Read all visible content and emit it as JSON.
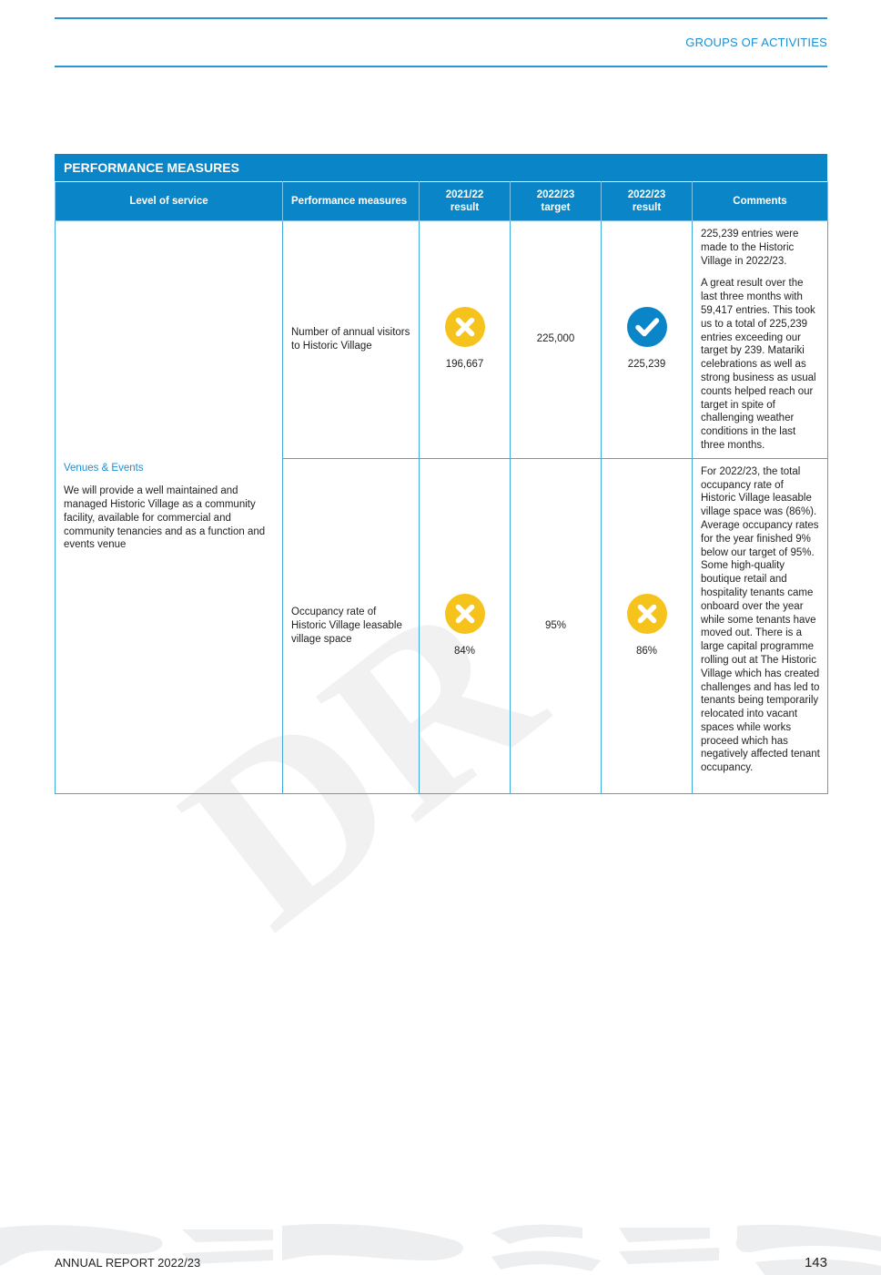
{
  "header": {
    "section_title": "GROUPS OF ACTIVITIES"
  },
  "watermark": {
    "text": "DR"
  },
  "table": {
    "title": "PERFORMANCE MEASURES",
    "headers": {
      "level_of_service": "Level of service",
      "performance_measures": "Performance measures",
      "result_2122": [
        "2021/22",
        "result"
      ],
      "target_2223": [
        "2022/23",
        "target"
      ],
      "result_2223": [
        "2022/23",
        "result"
      ],
      "comments": "Comments"
    },
    "level_of_service": {
      "title": "Venues & Events",
      "description": "We will provide a well maintained and managed Historic Village as a community facility, available for commercial and community tenancies and as a function and events venue"
    },
    "rows": [
      {
        "measure": "Number of annual visitors to Historic Village",
        "result_2122": "196,667",
        "result_2122_status": "not-achieved",
        "target_2223": "225,000",
        "result_2223": "225,239",
        "result_2223_status": "achieved",
        "comments": [
          "225,239 entries were made to the Historic Village in 2022/23.",
          "A great result over the last three months with 59,417 entries. This took us to a total of 225,239 entries exceeding our target by 239. Matariki celebrations as well as strong business as usual counts helped reach our target in spite of challenging weather conditions in the last three months."
        ]
      },
      {
        "measure": "Occupancy rate of Historic Village leasable village space",
        "result_2122": "84%",
        "result_2122_status": "not-achieved",
        "target_2223": "95%",
        "result_2223": "86%",
        "result_2223_status": "not-achieved",
        "comments": [
          "For 2022/23, the total occupancy rate of Historic Village leasable village space was (86%). Average occupancy rates for the year finished 9% below our target of 95%. Some high-quality boutique retail and hospitality tenants came onboard over the year while some tenants have moved out. There is a large capital programme rolling out at The Historic Village which has created challenges and has led to tenants being temporarily relocated into vacant spaces while works proceed which has negatively affected tenant occupancy."
        ]
      }
    ]
  },
  "footer": {
    "report_title": "ANNUAL REPORT 2022/23",
    "page_number": "143"
  },
  "colors": {
    "accent_blue": "#0a86c8",
    "link_blue": "#1a8fd6",
    "not_achieved_yellow": "#f6c31c",
    "achieved_blue": "#0a86c8"
  },
  "icons": {
    "not_achieved": "x-circle-icon",
    "achieved": "check-circle-icon"
  }
}
